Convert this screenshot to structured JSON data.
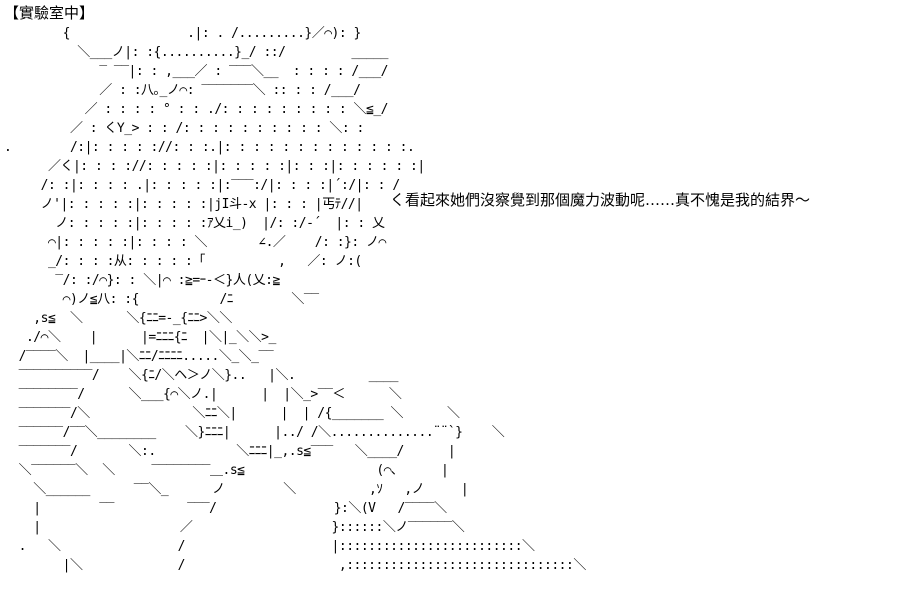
{
  "title": "【實驗室中】",
  "speech": "く看起來她們沒察覺到那個魔力波動呢……真不愧是我的結界～",
  "art": [
    "        {                .|: . /.........}／⌒): }",
    "          ＼___ノ|: :{..........}_/ ::/         _____",
    "             ‾ ‾‾|: : ,___／ : ‾‾‾＼__  : : : : /___/",
    "             ／ : :八｡_ノ⌒: ‾‾‾‾‾‾‾＼ :: : : /___/",
    "           ／ : : : : ° : : ./: : : : : : : : : ＼≦_/",
    "         ／ : くΥ_> : : /: : : : : : : : : : ＼: :",
    ".        /:|: : : : ://: : :.|: : : : : : : : : : : : :.",
    "      ／く|: : : ://: : : : :|: : : : :|: : :|: : : : : :|",
    "     /: :|: : : : .|: : : : :|:‾‾‾:/|: : : :|´:/|: : /",
    "     ノ'|: : : : :|: : : : :|jI斗-x |: : : |丐ﾃ//|",
    "       ノ: : : : :|: : : : :ｱ乂i_)  |/: :/-´  |: : 乂",
    "      ⌒|: : : : :|: : : : ＼       ∠.／    /: :}: ノ⌒",
    "      _/: : : :从: : : : :「          ,   ／: ノ:(",
    "       ‾/: :/⌒}: : ＼|⌒ :≧=ｰ-＜}人(乂:≧",
    "        ⌒)ノ≦八: :{           /ﾆ        ＼‾‾",
    "    ,s≦  ＼      ＼{ﾆﾆ=-_{ﾆﾆ>＼＼",
    "   ./⌒＼    |      |=ﾆﾆﾆ{ﾆ  |＼|_＼＼>_",
    "  /‾‾‾‾＼  |____|＼ﾆﾆ/ﾆﾆﾆﾆ.....＼_＼_‾‾",
    "  ‾‾‾‾‾‾‾‾‾‾/    ＼{ﾆ/＼ヘ＞ノ＼}..   |＼.          ____",
    "  ‾‾‾‾‾‾‾‾/      ＼___{⌒＼ノ.|      |  |＼_>‾‾＜      ＼",
    "  ‾‾‾‾‾‾‾/＼              ＼ﾆﾆ＼|      |  | /{_______ ＼      ＼",
    "  ‾‾‾‾‾‾/‾‾＼________    ＼}ﾆﾆﾆ|      |../ /＼..............¨¨`}    ＼",
    "  ‾‾‾‾‾‾‾/       ＼:.           ＼ﾆﾆﾆ|_,.s≦‾‾‾   ＼____/      |",
    "  ＼‾‾‾‾‾‾＼  ＼     ‾‾‾‾‾‾‾‾＿.s≦                  (⌒､      |",
    "    ＼______      ‾‾＼_      ノ        ＼          ,ｿ   ,ノ     |",
    "    |        ‾‾          ‾‾‾/                }:＼(V   /‾‾‾‾＼",
    "    |                   ／                   }::::::＼ノ‾‾‾‾‾‾＼",
    "  .   ＼                /                    |:::::::::::::::::::::::::＼",
    "        |＼             /                     ,:::::::::::::::::::::::::::::::＼"
  ]
}
